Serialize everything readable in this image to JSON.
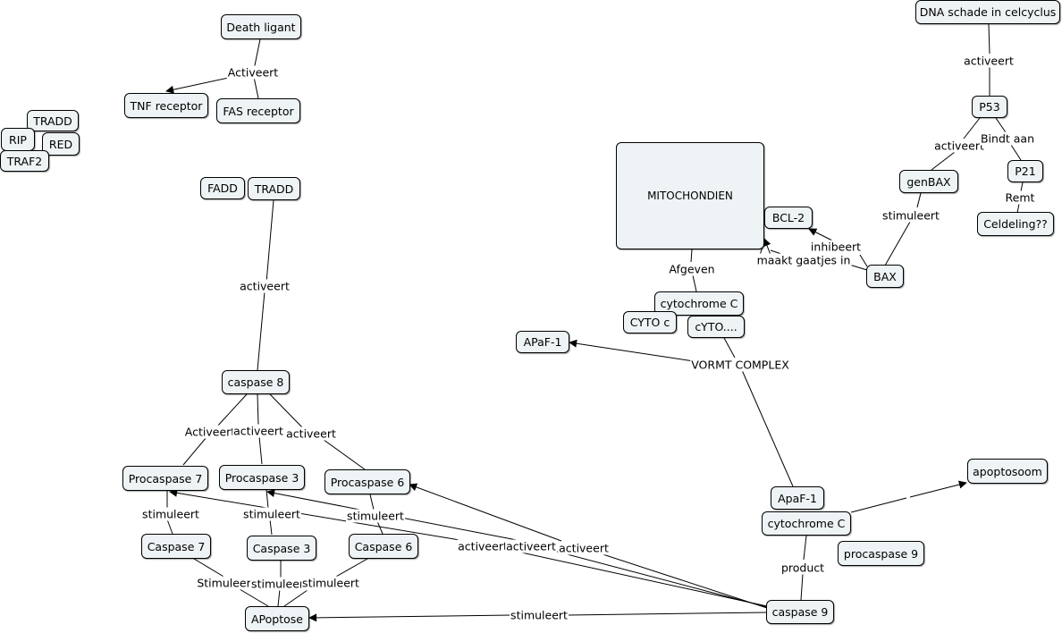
{
  "nodes": {
    "death_ligant": "Death ligant",
    "tnf_receptor": "TNF receptor",
    "fas_receptor": "FAS receptor",
    "tradd_top": "TRADD",
    "rip": "RIP",
    "red": "RED",
    "traf2": "TRAF2",
    "fadd": "FADD",
    "tradd": "TRADD",
    "caspase8": "caspase 8",
    "procaspase7": "Procaspase 7",
    "procaspase3": "Procaspase 3",
    "procaspase6": "Procaspase 6",
    "caspase7": "Caspase 7",
    "caspase3": "Caspase 3",
    "caspase6": "Caspase 6",
    "apoptose": "APoptose",
    "mitochondien": "MITOCHONDIEN",
    "bcl2": "BCL-2",
    "bax": "BAX",
    "genbax": "genBAX",
    "p53": "P53",
    "p21": "P21",
    "celdeling": "Celdeling??",
    "dna_schade": "DNA schade in celcyclus",
    "cytochrome_c_top": "cytochrome C",
    "cyto_c": "CYTO c",
    "cyto_dots": "cYTO....",
    "apaf1_left": "APaF-1",
    "apaf1": "ApaF-1",
    "cytochrome_c": "cytochrome C",
    "apoptosoom": "apoptosoom",
    "procaspase9": "procaspase 9",
    "caspase9": "caspase 9"
  },
  "links": {
    "activeert_death": "Activeert",
    "activeert_tradd": "activeert",
    "activeert_c8_p7": "Activeert",
    "activeert_c8_p3": "activeert",
    "activeert_c8_p6": "activeert",
    "stim_p7": "stimuleert",
    "stim_p3": "stimuleert",
    "stim_p6": "stimuleert",
    "stim_c7": "Stimuleert",
    "stim_c3": "stimuleert",
    "stim_c6": "stimuleert",
    "activeert_c9_p7": "activeert",
    "activeert_c9_p3": "activeert",
    "activeert_c9_p6": "activeert",
    "stim_c9_apoptose": "stimuleert",
    "product": "product",
    "vormt_complex": "VORMT COMPLEX",
    "afgeven": "Afgeven",
    "inhibeert": "inhibeert",
    "maakt_gaatjes": "maakt gaatjes in",
    "stimuleert_genbax": "stimuleert",
    "activeert_p53_genbax": "activeert",
    "bindt_aan": "Bindt aan",
    "remt": "Remt",
    "activeert_dna": "activeert"
  }
}
